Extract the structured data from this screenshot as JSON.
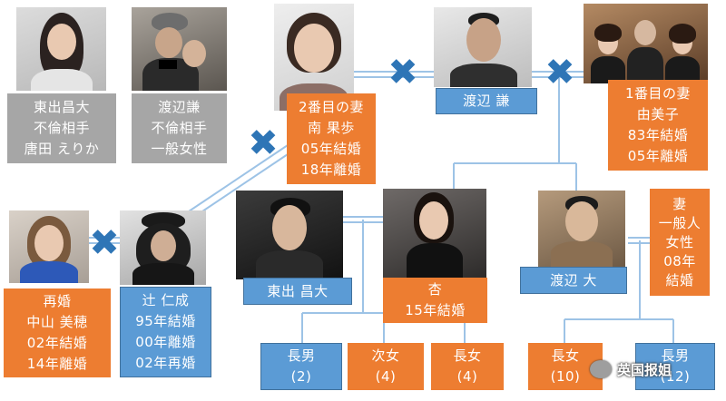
{
  "people": {
    "higashide_affair": {
      "lines": [
        "東出昌大",
        "不倫相手",
        "唐田 えりか"
      ]
    },
    "watanabe_affair": {
      "lines": [
        "渡辺謙",
        "不倫相手",
        "一般女性"
      ]
    },
    "minami": {
      "lines": [
        "2番目の妻",
        "南 果歩",
        "05年結婚",
        "18年離婚"
      ]
    },
    "ken": {
      "lines": [
        "渡辺 謙"
      ]
    },
    "yumiko": {
      "lines": [
        "1番目の妻",
        "由美子",
        "83年結婚",
        "05年離婚"
      ]
    },
    "nakayama": {
      "lines": [
        "再婚",
        "中山 美穂",
        "02年結婚",
        "14年離婚"
      ]
    },
    "tsuji": {
      "lines": [
        "辻 仁成",
        "95年結婚",
        "00年離婚",
        "02年再婚"
      ]
    },
    "higashide": {
      "lines": [
        "東出 昌大"
      ]
    },
    "anne": {
      "lines": [
        "杏",
        "15年結婚"
      ]
    },
    "dai": {
      "lines": [
        "渡辺 大"
      ]
    },
    "dai_wife": {
      "lines": [
        "妻",
        "一般人",
        "女性",
        "08年",
        "結婚"
      ]
    }
  },
  "children": {
    "son": {
      "lines": [
        "長男",
        "(2)"
      ]
    },
    "second_dau": {
      "lines": [
        "次女",
        "(4)"
      ]
    },
    "eldest_dau": {
      "lines": [
        "長女",
        "(4)"
      ]
    },
    "dai_dau": {
      "lines": [
        "長女",
        "(10)"
      ]
    },
    "dai_son": {
      "lines": [
        "長男",
        "(12)"
      ]
    }
  },
  "divorce_marks": [
    "✖",
    "✖",
    "✖",
    "✖"
  ],
  "watermark": {
    "text": "英国报姐",
    "icon": "wechat-icon"
  },
  "colors": {
    "affair_box": "#a6a6a6",
    "female_box": "#ed7d31",
    "male_box": "#5b9bd5",
    "divorce_mark": "#2e75b6",
    "connector": "#9dc3e6"
  }
}
